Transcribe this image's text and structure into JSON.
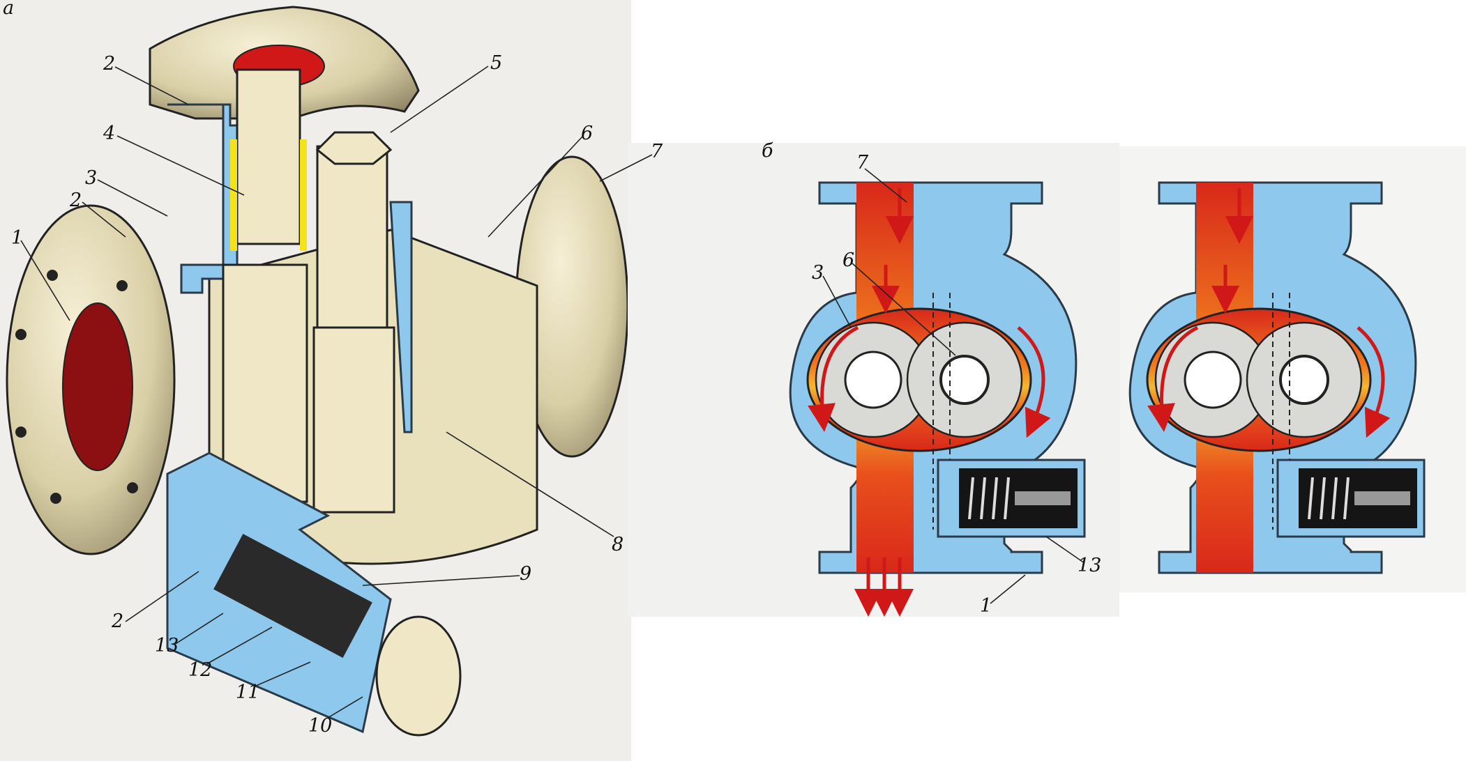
{
  "figure": {
    "panel_a": {
      "letter": "а",
      "labels": [
        "1",
        "2",
        "2",
        "2",
        "3",
        "4",
        "5",
        "6",
        "7",
        "8",
        "9",
        "10",
        "11",
        "12",
        "13"
      ]
    },
    "panel_b": {
      "letter": "б",
      "labels": [
        "7",
        "3",
        "6",
        "13",
        "1"
      ]
    }
  },
  "colors": {
    "body_blue": "#8ec8ec",
    "oil_red": "#e0321c",
    "oil_yellow": "#f2b024",
    "metal_cream": "#efe7c6",
    "seal_red": "#d01818",
    "gasket_yellow": "#f4e21a"
  }
}
